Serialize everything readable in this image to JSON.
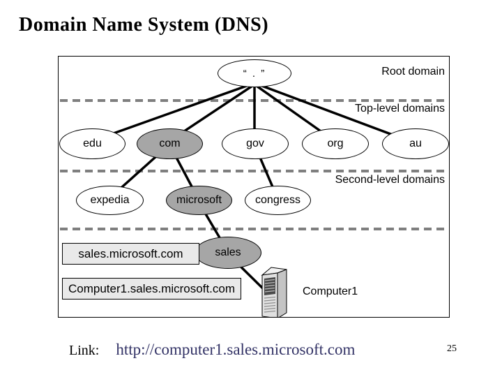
{
  "slide": {
    "title": "Domain Name System (DNS)",
    "link_label": "Link:",
    "link_url": "http://computer1.sales.microsoft.com",
    "page_number": "25"
  },
  "diagram": {
    "root_label": "“ . ”",
    "level_labels": {
      "root": "Root domain",
      "top": "Top-level domains",
      "second": "Second-level domains"
    },
    "top_level": [
      "edu",
      "com",
      "gov",
      "org",
      "au"
    ],
    "second_level": [
      "expedia",
      "microsoft",
      "congress"
    ],
    "third_level": [
      "sales"
    ],
    "boxes": [
      "sales.microsoft.com",
      "Computer1.sales.microsoft.com"
    ],
    "computer_label": "Computer1",
    "highlighted_nodes": [
      "com",
      "microsoft",
      "sales"
    ],
    "colors": {
      "highlight_fill": "#a6a6a6",
      "box_fill": "#e9e9e9",
      "dashed_line": "#7f7f7f",
      "link_text": "#333366"
    }
  }
}
